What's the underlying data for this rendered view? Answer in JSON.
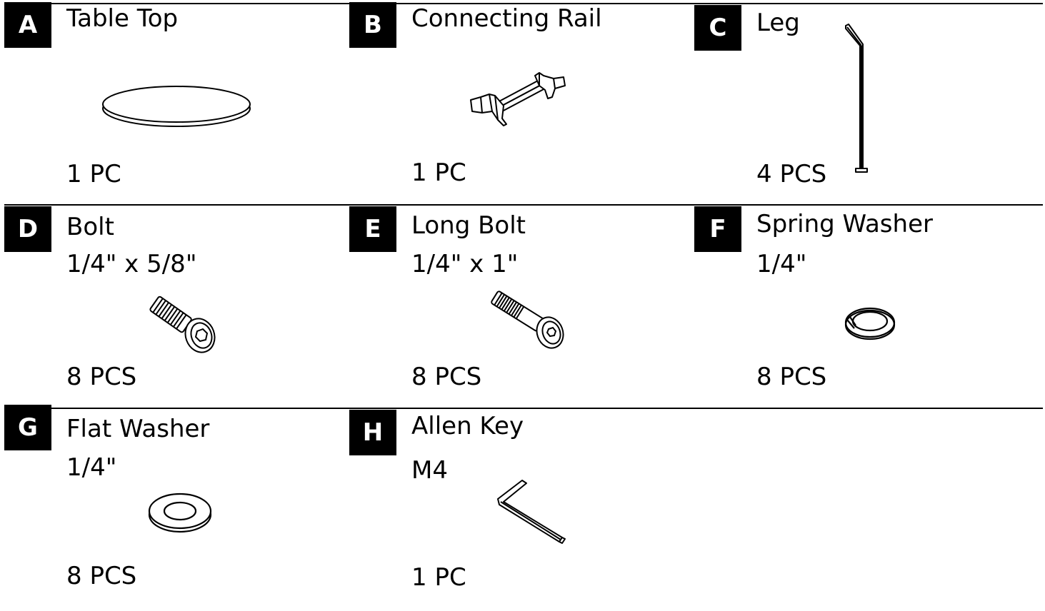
{
  "parts": [
    {
      "id": "A",
      "letter": "A",
      "name": "Table Top",
      "spec": "",
      "qty": "1 PC",
      "icon": "table-top-icon"
    },
    {
      "id": "B",
      "letter": "B",
      "name": "Connecting Rail",
      "spec": "",
      "qty": "1 PC",
      "icon": "connecting-rail-icon"
    },
    {
      "id": "C",
      "letter": "C",
      "name": "Leg",
      "spec": "",
      "qty": "4 PCS",
      "icon": "leg-icon"
    },
    {
      "id": "D",
      "letter": "D",
      "name": "Bolt",
      "spec": "1/4\" x 5/8\"",
      "qty": "8 PCS",
      "icon": "bolt-icon"
    },
    {
      "id": "E",
      "letter": "E",
      "name": "Long Bolt",
      "spec": "1/4\" x 1\"",
      "qty": "8 PCS",
      "icon": "long-bolt-icon"
    },
    {
      "id": "F",
      "letter": "F",
      "name": "Spring Washer",
      "spec": "1/4\"",
      "qty": "8 PCS",
      "icon": "spring-washer-icon"
    },
    {
      "id": "G",
      "letter": "G",
      "name": "Flat Washer",
      "spec": "1/4\"",
      "qty": "8 PCS",
      "icon": "flat-washer-icon"
    },
    {
      "id": "H",
      "letter": "H",
      "name": "Allen Key",
      "spec": "M4",
      "qty": "1 PC",
      "icon": "allen-key-icon"
    }
  ]
}
